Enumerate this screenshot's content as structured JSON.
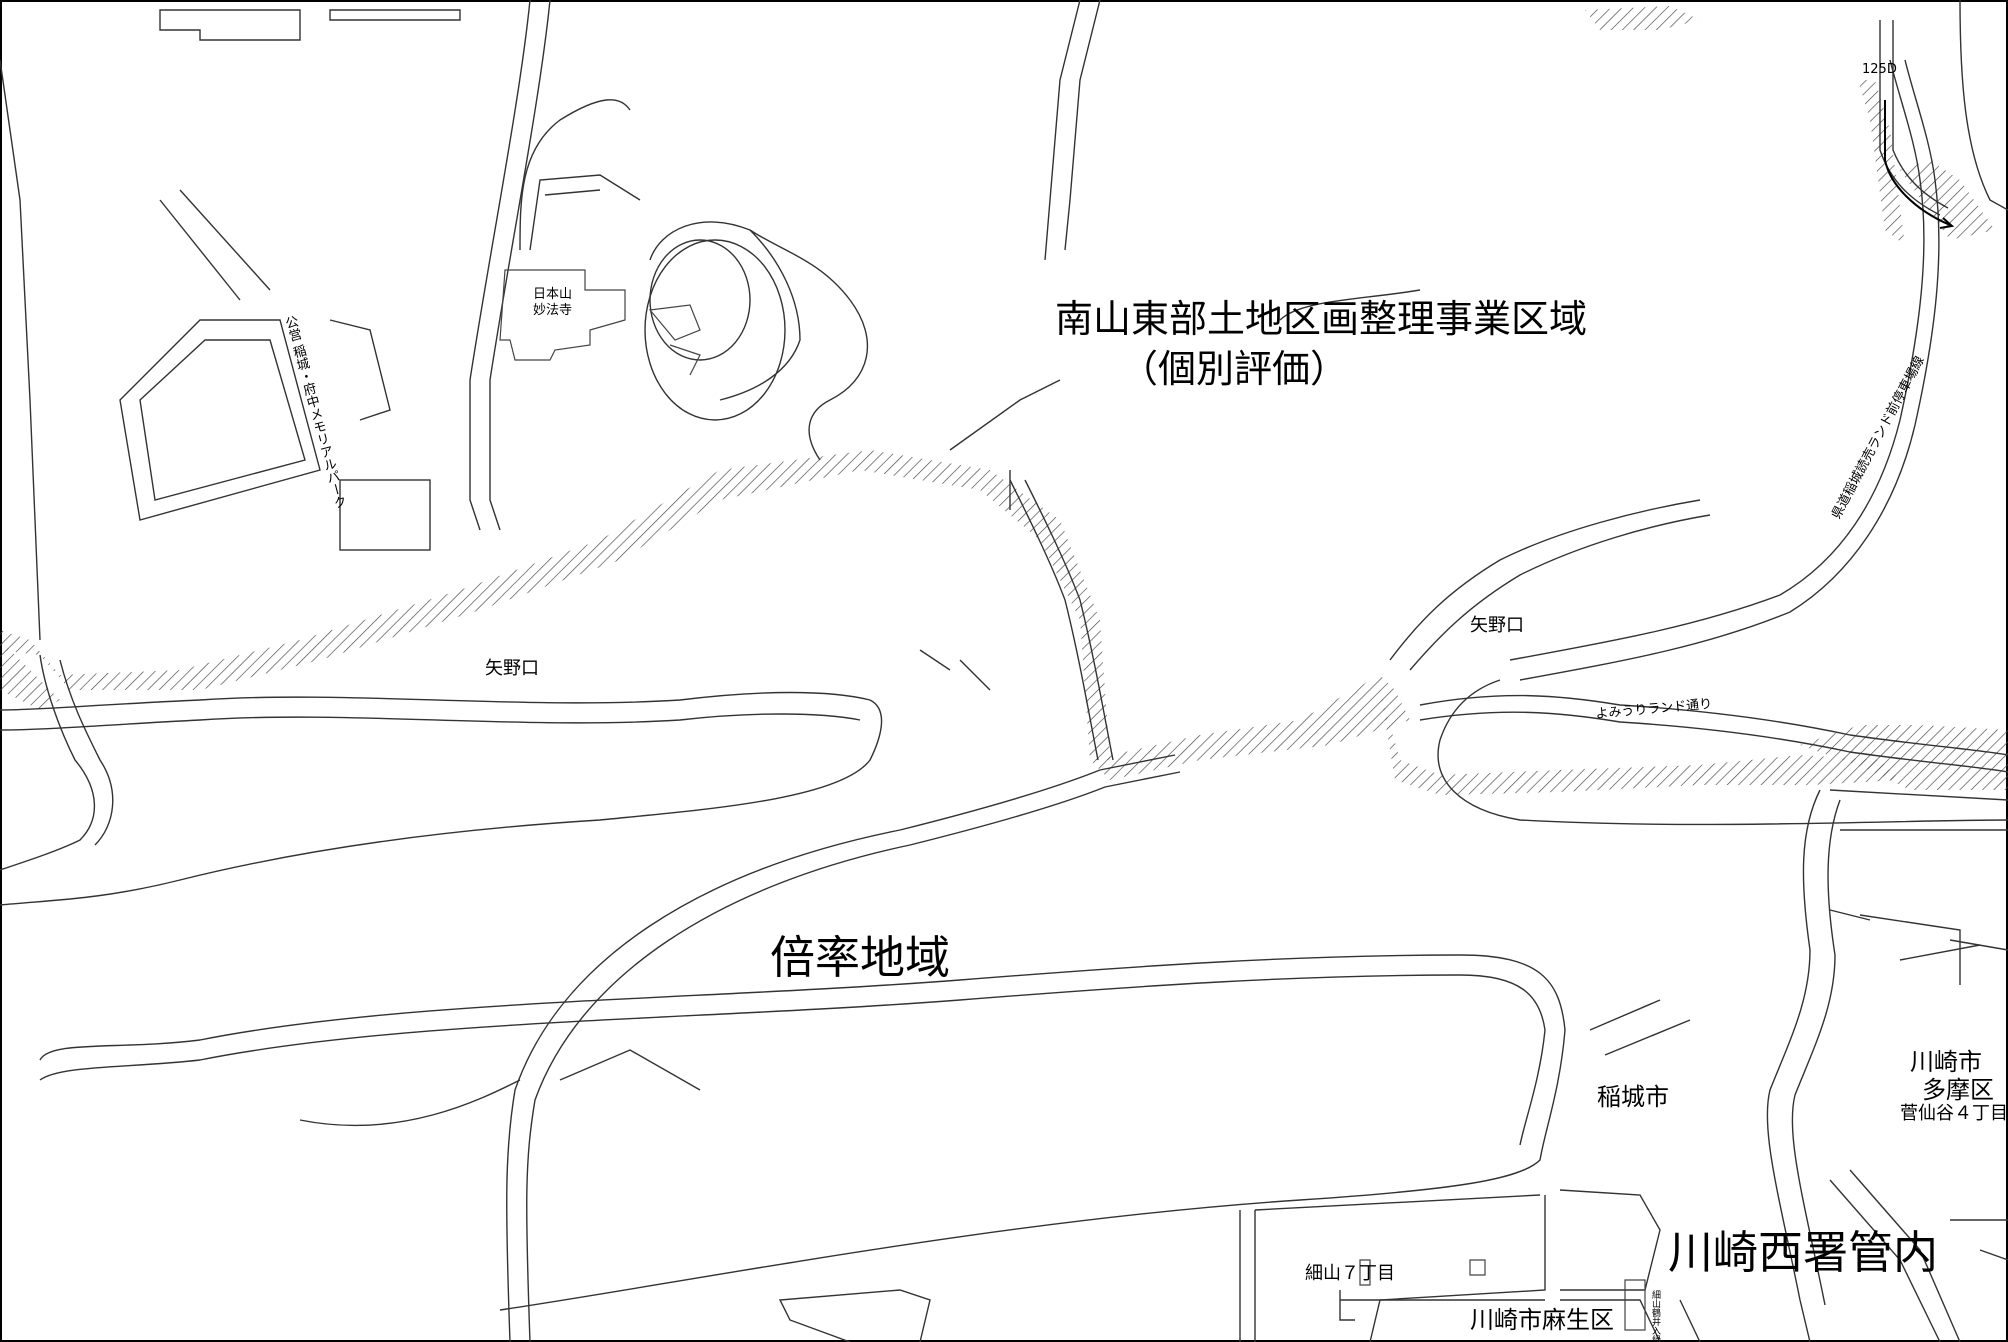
{
  "map": {
    "zones": {
      "readjustment_area": "南山東部土地区画整理事業区域",
      "readjustment_note": "（個別評価）",
      "multiplier_area": "倍率地域",
      "police_jurisdiction": "川崎西署管内"
    },
    "municipalities": {
      "inagi": "稲城市",
      "kawasaki_tama": "川崎市",
      "kawasaki_tama_ward": "多摩区",
      "sugesendani": "菅仙谷４丁目",
      "hosoyama": "細山７丁目",
      "kawasaki_asao": "川崎市麻生区"
    },
    "places": {
      "yanokuchi_west": "矢野口",
      "yanokuchi_east": "矢野口",
      "temple_line1": "日本山",
      "temple_line2": "妙法寺",
      "memorial_park": "公営 稲城・府中メモリアルパーク",
      "small_park": "細山鶴井入緑地北公園"
    },
    "roads": {
      "yomiuriland_street": "よみうりランド通り",
      "prefectural_road": "県道稲城読売ランド前停車場線",
      "route_code": "125D"
    }
  }
}
